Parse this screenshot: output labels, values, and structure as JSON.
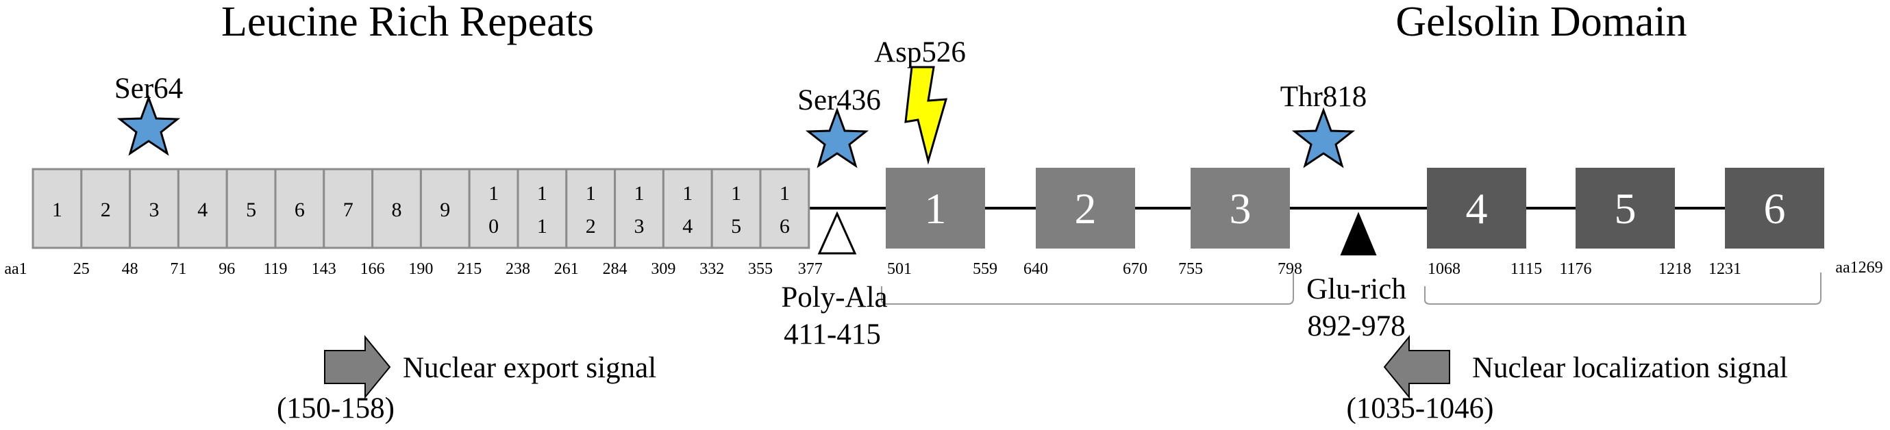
{
  "headings": {
    "lrr": "Leucine Rich Repeats",
    "gelsolin": "Gelsolin Domain"
  },
  "lrr_repeats": [
    {
      "top": "1",
      "bottom": ""
    },
    {
      "top": "2",
      "bottom": ""
    },
    {
      "top": "3",
      "bottom": ""
    },
    {
      "top": "4",
      "bottom": ""
    },
    {
      "top": "5",
      "bottom": ""
    },
    {
      "top": "6",
      "bottom": ""
    },
    {
      "top": "7",
      "bottom": ""
    },
    {
      "top": "8",
      "bottom": ""
    },
    {
      "top": "9",
      "bottom": ""
    },
    {
      "top": "1",
      "bottom": "0"
    },
    {
      "top": "1",
      "bottom": "1"
    },
    {
      "top": "1",
      "bottom": "2"
    },
    {
      "top": "1",
      "bottom": "3"
    },
    {
      "top": "1",
      "bottom": "4"
    },
    {
      "top": "1",
      "bottom": "5"
    },
    {
      "top": "1",
      "bottom": "6"
    }
  ],
  "lrr_positions": [
    "aa1",
    "25",
    "48",
    "71",
    "96",
    "119",
    "143",
    "166",
    "190",
    "215",
    "238",
    "261",
    "284",
    "309",
    "332",
    "355",
    "377"
  ],
  "gelsolin_repeats": [
    {
      "label": "1",
      "start": "501",
      "end": "559",
      "color": "#7f7f7f"
    },
    {
      "label": "2",
      "start": "640",
      "end": "670",
      "color": "#7f7f7f"
    },
    {
      "label": "3",
      "start": "755",
      "end": "798",
      "color": "#7f7f7f"
    },
    {
      "label": "4",
      "start": "1068",
      "end": "1115",
      "color": "#595959"
    },
    {
      "label": "5",
      "start": "1176",
      "end": "1218",
      "color": "#595959"
    },
    {
      "label": "6",
      "start": "1231",
      "end": "",
      "color": "#595959"
    }
  ],
  "end_label": "aa1269",
  "phospho_sites": [
    "Ser64",
    "Ser436",
    "Thr818"
  ],
  "cleavage_site": "Asp526",
  "poly_ala": {
    "label": "Poly-Ala",
    "range": "411-415"
  },
  "glu_rich": {
    "label": "Glu-rich",
    "range": "892-978"
  },
  "nes": {
    "label": "Nuclear export signal",
    "range": "(150-158)"
  },
  "nls": {
    "label": "Nuclear localization signal",
    "range": "(1035-1046)"
  },
  "colors": {
    "lrr_fill": "#d9d9d9",
    "lrr_stroke": "#8c8c8c",
    "star_fill": "#5b9bd5",
    "bolt_fill": "#ffff00",
    "arrow_fill": "#7f7f7f"
  }
}
